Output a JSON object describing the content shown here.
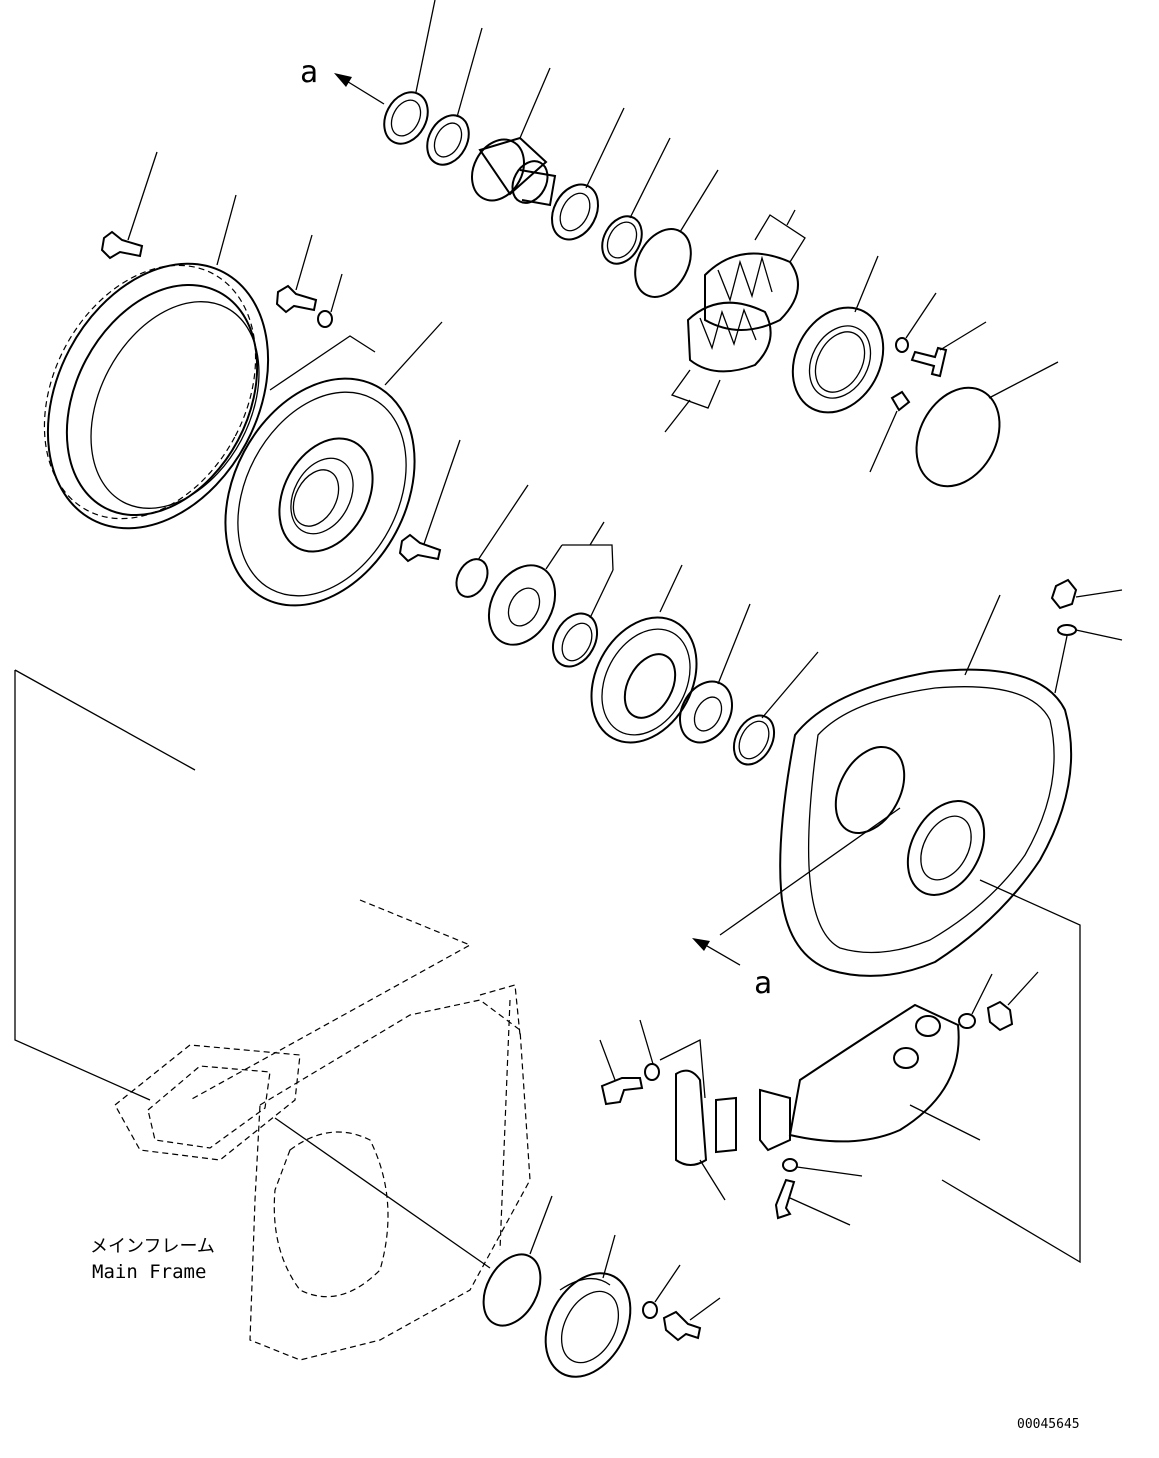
{
  "view_labels": {
    "top_arrow": "a",
    "bottom_arrow": "a"
  },
  "main_frame": {
    "label_jp": "メインフレーム",
    "label_en": "Main Frame"
  },
  "drawing_number": "00045645"
}
